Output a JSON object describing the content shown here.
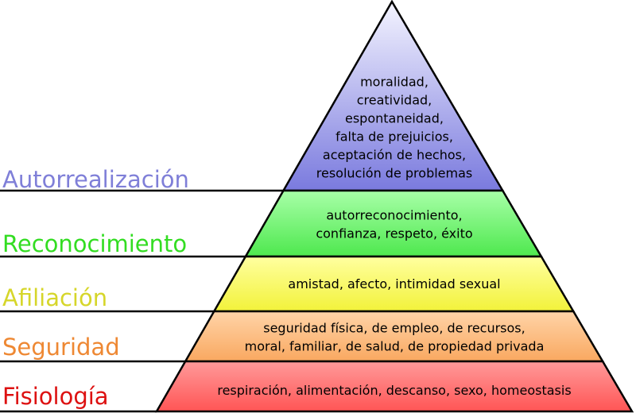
{
  "levels": [
    {
      "name": "Autorrealización",
      "color": "#7f7fd8",
      "fill_top": "#f4f4ff",
      "fill_bottom": "#7a7ade",
      "lines": [
        "moralidad,",
        "creatividad,",
        "espontaneidad,",
        "falta de prejuicios,",
        "aceptación de hechos,",
        "resolución de problemas"
      ]
    },
    {
      "name": "Reconocimiento",
      "color": "#33dd22",
      "fill_top": "#a8ffa8",
      "fill_bottom": "#4ee84e",
      "lines": [
        "autorreconocimiento,",
        "confianza, respeto, éxito"
      ]
    },
    {
      "name": "Afiliación",
      "color": "#d6d62a",
      "fill_top": "#ffffa0",
      "fill_bottom": "#f2f23a",
      "lines": [
        "amistad, afecto, intimidad sexual"
      ]
    },
    {
      "name": "Seguridad",
      "color": "#ee8833",
      "fill_top": "#ffd4a8",
      "fill_bottom": "#f9a860",
      "lines": [
        "seguridad física, de empleo, de recursos,",
        "moral, familiar, de salud, de propiedad privada"
      ]
    },
    {
      "name": "Fisiología",
      "color": "#dd1111",
      "fill_top": "#ff9a9a",
      "fill_bottom": "#ff5555",
      "lines": [
        "respiración, alimentación, descanso, sexo, homeostasis"
      ]
    }
  ]
}
